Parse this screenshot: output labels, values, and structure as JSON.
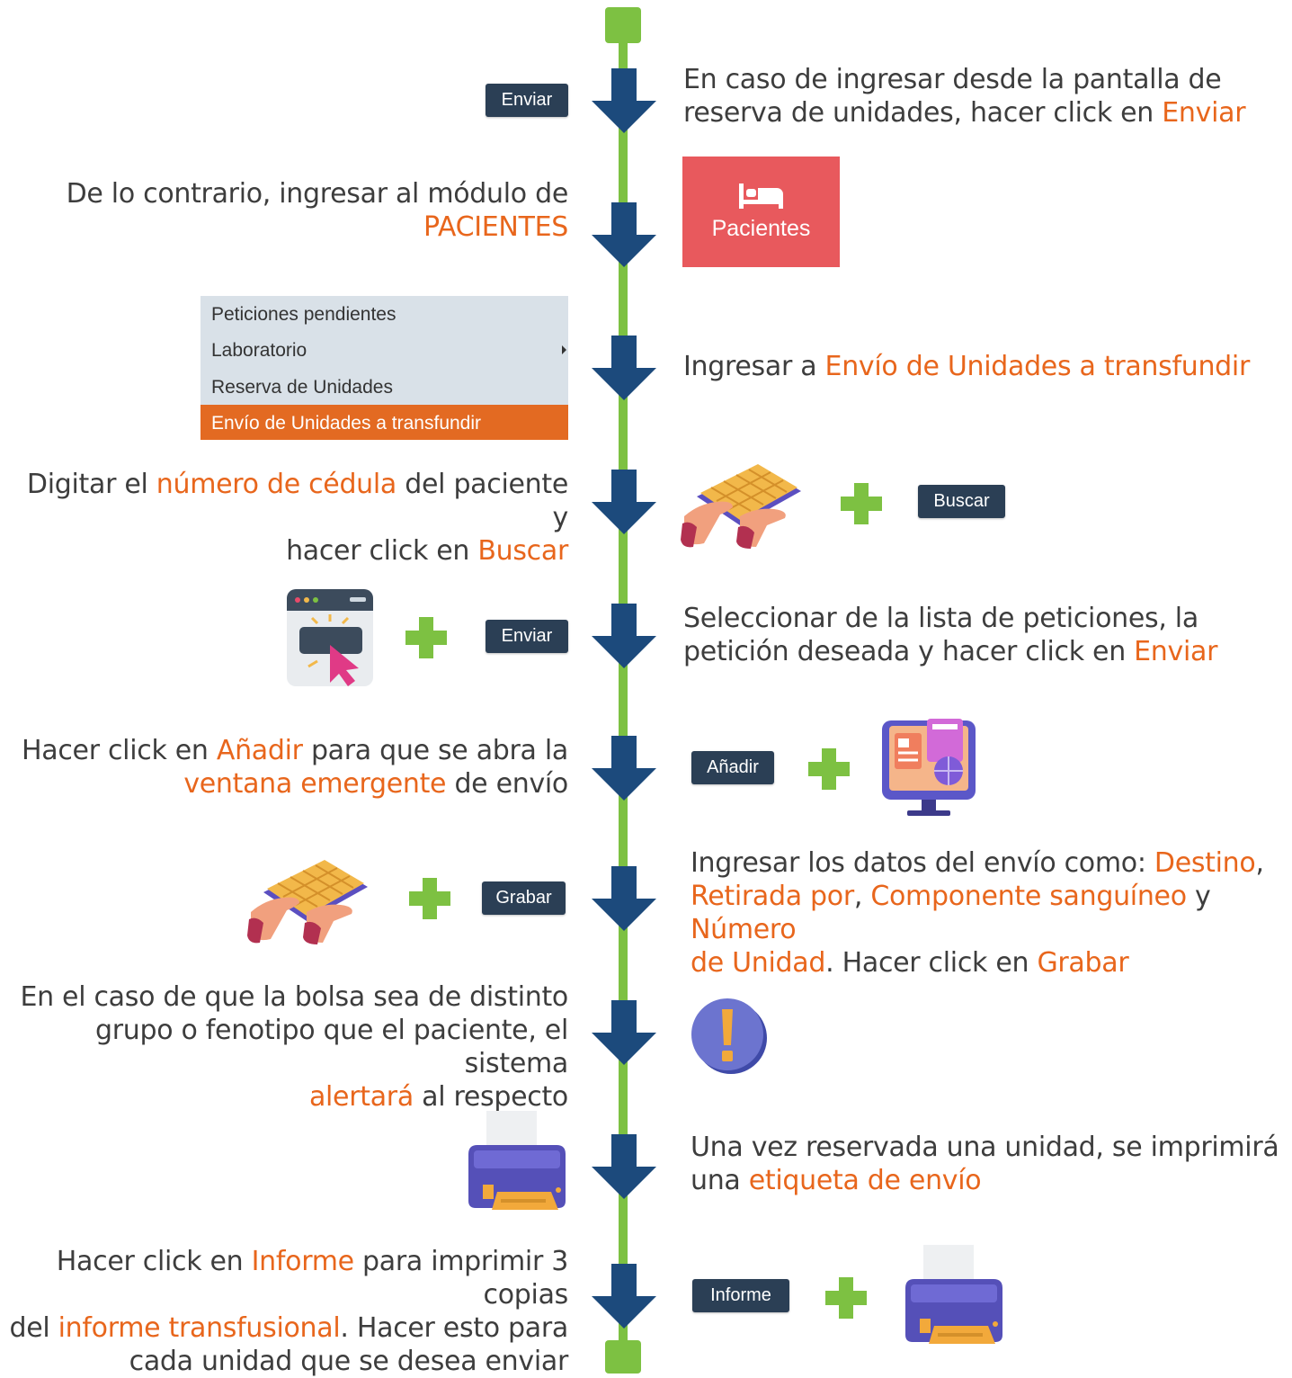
{
  "steps": {
    "s1": {
      "button": "Enviar",
      "text_a": "En caso de ingresar desde la pantalla de",
      "text_b": "reserva de unidades, hacer click en ",
      "hl": "Enviar"
    },
    "s2": {
      "text_a": "De lo contrario, ingresar al módulo de",
      "hl": "PACIENTES",
      "tile_label": "Pacientes"
    },
    "s3": {
      "menu": [
        "Peticiones pendientes",
        "Laboratorio",
        "Reserva de Unidades",
        "Envío de Unidades a transfundir"
      ],
      "text_a": "Ingresar a ",
      "hl": "Envío de Unidades a transfundir"
    },
    "s4": {
      "text_a": "Digitar el ",
      "hl1": "número de cédula",
      "text_b": " del paciente y",
      "text_c": "hacer click en ",
      "hl2": "Buscar",
      "button": "Buscar"
    },
    "s5": {
      "button": "Enviar",
      "text_a": "Seleccionar de la lista de peticiones, la",
      "text_b": "petición deseada y hacer click en ",
      "hl": "Enviar"
    },
    "s6": {
      "text_a": "Hacer click en ",
      "hl1": "Añadir",
      "text_b": " para que se abra la",
      "hl2": "ventana emergente",
      "text_c": " de envío",
      "button": "Añadir"
    },
    "s7": {
      "button": "Grabar",
      "text_a": "Ingresar los datos del envío como: ",
      "hl1": "Destino",
      "c1": ",",
      "hl2": "Retirada por",
      "c2": ", ",
      "hl3": "Componente sanguíneo",
      "c3": " y ",
      "hl4": "Número",
      "hl4b": "de Unidad",
      "text_b": ". Hacer click en ",
      "hl5": "Grabar"
    },
    "s8": {
      "text_a": "En el caso de que la bolsa sea de distinto",
      "text_b": "grupo o fenotipo que el paciente, el sistema",
      "hl": "alertará",
      "text_c": " al respecto"
    },
    "s9": {
      "text_a": "Una vez reservada una unidad, se imprimirá",
      "text_b": "una ",
      "hl": "etiqueta de envío"
    },
    "s10": {
      "text_a": "Hacer click en ",
      "hl1": "Informe",
      "text_b": " para imprimir 3 copias",
      "text_c": "del ",
      "hl2": "informe transfusional",
      "text_d": ". Hacer esto para",
      "text_e": "cada unidad que se desea enviar",
      "button": "Informe"
    }
  },
  "colors": {
    "timeline": "#7dc142",
    "arrow": "#1c4a7c",
    "highlight": "#e8661c",
    "button": "#2b3f55",
    "tile": "#e8595d",
    "menu_active": "#e36a22"
  },
  "icons": [
    "bed-icon",
    "keyboard-hands-icon",
    "click-window-icon",
    "web-monitor-icon",
    "exclamation-icon",
    "printer-icon",
    "plus-icon"
  ]
}
